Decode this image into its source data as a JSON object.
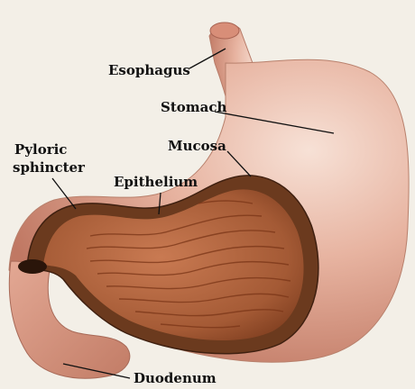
{
  "labels": {
    "esophagus": "Esophagus",
    "stomach": "Stomach",
    "pyloric_line1": "Pyloric",
    "pyloric_line2": "sphincter",
    "mucosa": "Mucosa",
    "epithelium": "Epithelium",
    "duodenum": "Duodenum"
  },
  "colors": {
    "background": "#f3efe7",
    "stomach_outer": "#d99a86",
    "stomach_highlight": "#f4d6c9",
    "cut_wall": "#6b3a1e",
    "mucosa_inner": "#b1643e",
    "rugae": "#7a3517",
    "leader_lines": "#111111"
  }
}
